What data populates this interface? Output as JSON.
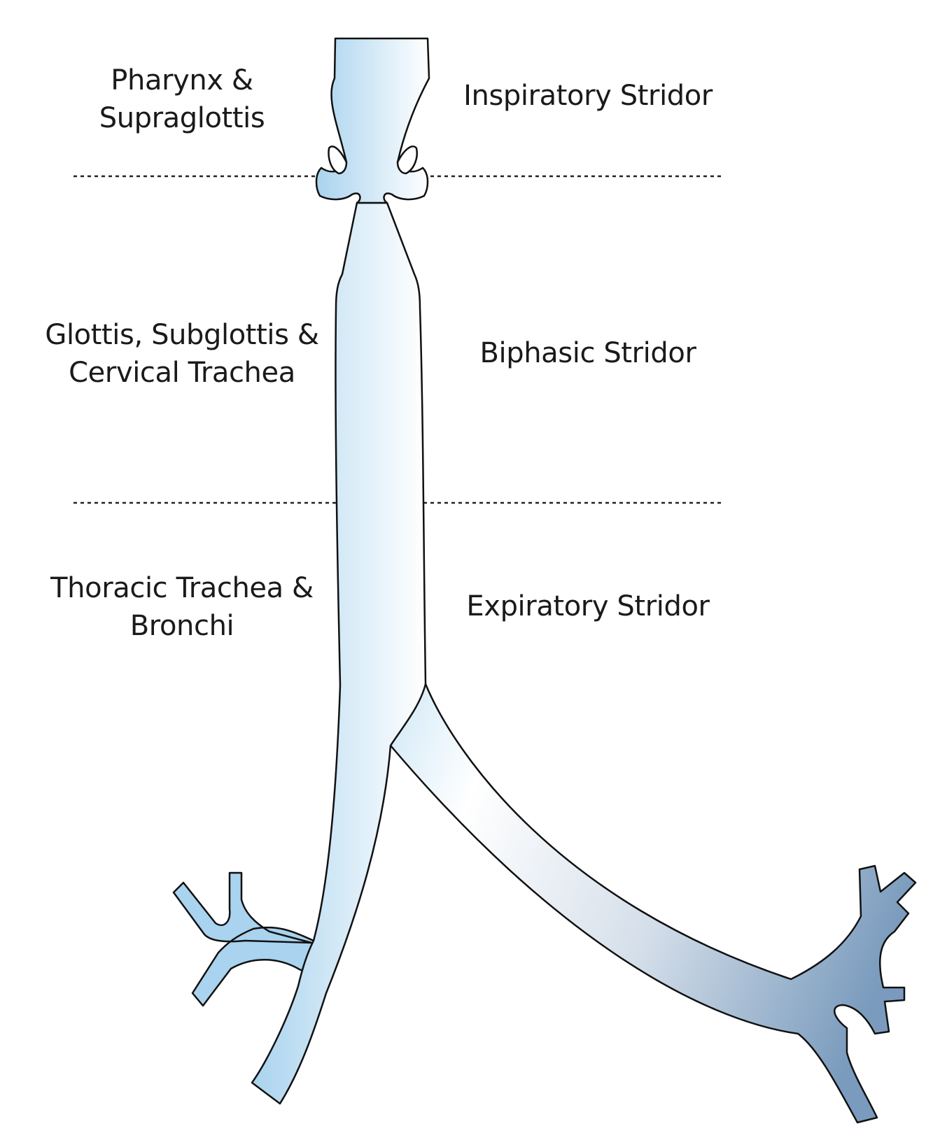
{
  "regions": [
    {
      "name": "Pharynx &",
      "name2": "Supraglottis",
      "stridor": "Inspiratory Stridor"
    },
    {
      "name": "Glottis, Subglottis &",
      "name2": "Cervical Trachea",
      "stridor": "Biphasic Stridor"
    },
    {
      "name": "Thoracic Trachea &",
      "name2": "Bronchi",
      "stridor": "Expiratory Stridor"
    }
  ],
  "colors": {
    "airway_light": "#a9d3ee",
    "airway_fade": "#ffffff",
    "bronchus_dark": "#7a9bbd",
    "outline": "#111111"
  }
}
